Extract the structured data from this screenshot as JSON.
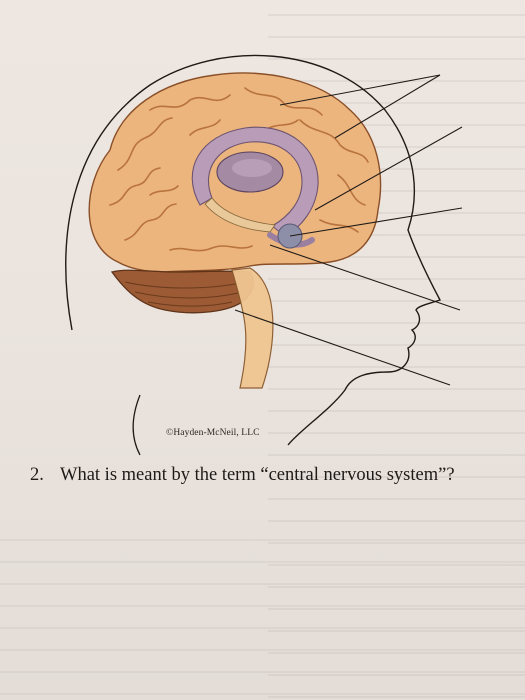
{
  "figure": {
    "credit": "©Hayden-McNeil, LLC",
    "colors": {
      "cerebrum": "#ecb57e",
      "cerebrum_shadow": "#b9733d",
      "cerebellum": "#9c5b35",
      "limbic": "#b99cb8",
      "ventricle": "#b79cb5",
      "brainstem": "#f0c692",
      "outline": "#1f1a17"
    }
  },
  "question": {
    "number": "2.",
    "text": "What is meant by the term “central nervous system”?"
  }
}
